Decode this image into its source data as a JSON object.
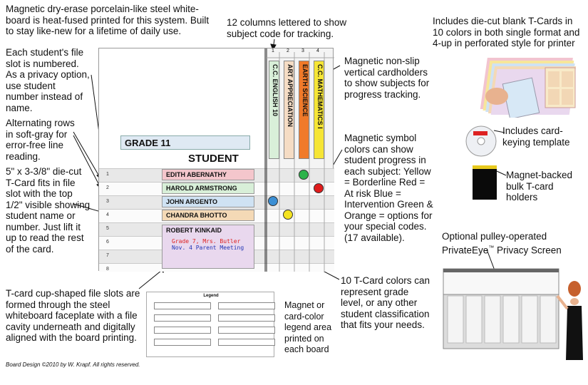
{
  "notes": {
    "porcelain": "Magnetic dry-erase porcelain-like steel white-board is heat-fused printed for this system. Built to stay like-new for a lifetime of daily use.",
    "numbered": "Each student's file slot is numbered. As a privacy option, use student number instead of name.",
    "alternating": "Alternating rows in soft-gray for error-free line reading.",
    "tcard_size": "5\" x 3-3/8\" die-cut T-Card fits in file slot with the top 1/2\" visible showing student name or number. Just lift it up to read the rest of the card.",
    "cup_slots": "T-card cup-shaped file slots are formed through the steel whiteboard faceplate with a file cavity underneath and digitally aligned with the board printing.",
    "columns": "12 columns lettered to show subject code for tracking.",
    "holders": "Magnetic non-slip vertical cardholders to show subjects for progress tracking.",
    "symbols": "Magnetic symbol colors can show student progress in each subject: Yellow = Borderline Red = At risk Blue = Intervention Green & Orange = options for your special codes. (17 available).",
    "tcard_colors": "10 T-Card colors can represent grade level, or any other student classification that fits your needs.",
    "blank_cards": "Includes die-cut blank T-Cards in 10 colors in both single format and 4-up in perforated style for printer",
    "keying": "Includes card-keying template",
    "bulk": "Magnet-backed bulk T-card holders",
    "privacy_pre": "Optional pulley-operated PrivateEye",
    "privacy_tm": "™",
    "privacy_post": " Privacy Screen",
    "legend_text": "Magnet or card-color legend area printed on each board",
    "copyright": "Board Design ©2010 by W. Krapf. All rights reserved."
  },
  "board": {
    "grade_title": "GRADE 11",
    "student_header": "STUDENT",
    "column_numbers": [
      "1",
      "2",
      "3",
      "4"
    ],
    "subjects": [
      {
        "name": "C.C. ENGLISH 10",
        "color": "#d9efd9"
      },
      {
        "name": "ART APPRECIATION",
        "color": "#f5dcc4"
      },
      {
        "name": "EARTH SCIENCE",
        "color": "#f07a2a"
      },
      {
        "name": "C.C. MATHEMATICS I",
        "color": "#f6e535"
      }
    ],
    "row_numbers": [
      "1",
      "2",
      "3",
      "4",
      "5",
      "6",
      "7",
      "8"
    ],
    "students": [
      {
        "name": "EDITH ABERNATHY",
        "color": "#f4c6cc"
      },
      {
        "name": "HAROLD ARMSTRONG",
        "color": "#d8efd8"
      },
      {
        "name": "JOHN ARGENTO",
        "color": "#cfe2f3"
      },
      {
        "name": "CHANDRA BHOTTO",
        "color": "#f4d9b6"
      },
      {
        "name": "ROBERT KINKAID",
        "color": "#e9d8ee"
      }
    ],
    "card_lines": [
      "Grade 7, Mrs. Butler",
      "Nov. 4 Parent Meeting"
    ],
    "markers": [
      "green",
      "red",
      "blue",
      "yellow"
    ],
    "legend_title": "Legend"
  }
}
